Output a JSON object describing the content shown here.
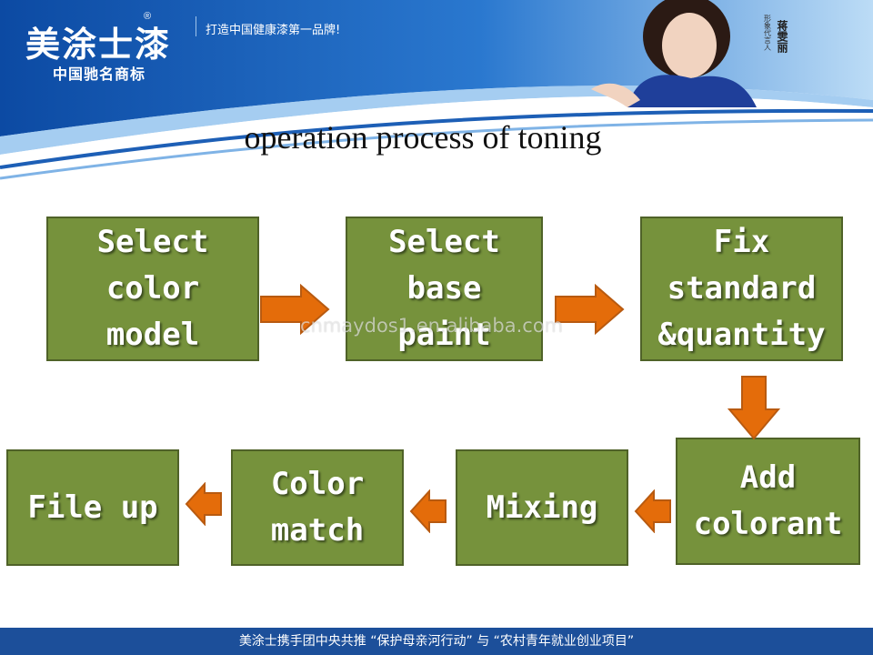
{
  "header": {
    "brand": "美涂士漆",
    "registered_mark": "®",
    "brand_sub": "中国驰名商标",
    "slogan": "打造中国健康漆第一品牌!",
    "endorsement_role": "形象代言人",
    "endorsement_name": "蒋雯丽"
  },
  "title": "operation process of toning",
  "steps": [
    {
      "label": "Select\ncolor\nmodel"
    },
    {
      "label": "Select\nbase\npaint"
    },
    {
      "label": "Fix\nstandard\n&quantity"
    },
    {
      "label": "Add\ncolorant"
    },
    {
      "label": "Mixing"
    },
    {
      "label": "Color\nmatch"
    },
    {
      "label": "File up"
    }
  ],
  "watermark": "cnmaydos1.en.alibaba.com",
  "footer": "美涂士携手团中央共推 “保护母亲河行动” 与 “农村青年就业创业项目”",
  "colors": {
    "box_fill": "#76923c",
    "box_border": "#4f6228",
    "arrow": "#e46c0a",
    "header_blue": "#1c4f9a"
  }
}
